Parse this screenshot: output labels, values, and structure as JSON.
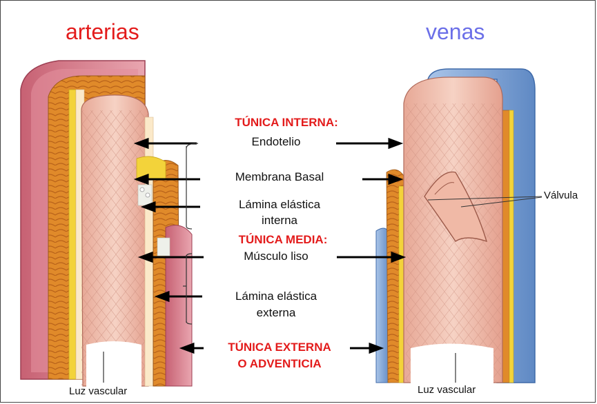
{
  "titles": {
    "left": "arterias",
    "right": "venas"
  },
  "labels": {
    "tunica_interna": "TÚNICA INTERNA:",
    "endotelio": "Endotelio",
    "membrana_basal": "Membrana Basal",
    "lamina_interna_1": "Lámina elástica",
    "lamina_interna_2": "interna",
    "tunica_media": "TÚNICA MEDIA:",
    "musculo_liso": "Músculo liso",
    "lamina_externa_1": "Lámina elástica",
    "lamina_externa_2": "externa",
    "tunica_externa_1": "TÚNICA EXTERNA",
    "tunica_externa_2": "O ADVENTICIA",
    "valvula": "Válvula",
    "luz_left": "Luz vascular",
    "luz_right": "Luz vascular"
  },
  "colors": {
    "arteria_title": "#e31b1b",
    "vena_title": "#6b6fe8",
    "tunica_label": "#e31b1b",
    "adventicia_artery": "#d9808e",
    "media_artery": "#e08a2a",
    "interna": "#f2c2b0",
    "adventicia_vein": "#7fa7d8",
    "elastic": "#f3d33a"
  }
}
